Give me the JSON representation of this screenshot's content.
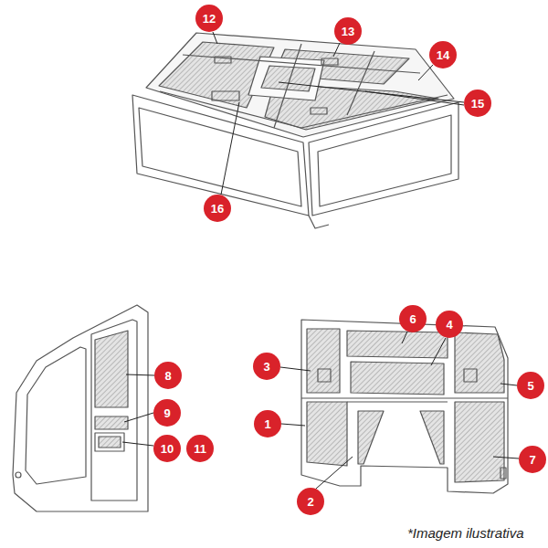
{
  "diagram": {
    "labels": [
      "12",
      "13",
      "14",
      "15",
      "16",
      "6",
      "4",
      "3",
      "5",
      "1",
      "7",
      "2",
      "8",
      "9",
      "10",
      "11",
      "*Imagem ilustrativa"
    ]
  }
}
